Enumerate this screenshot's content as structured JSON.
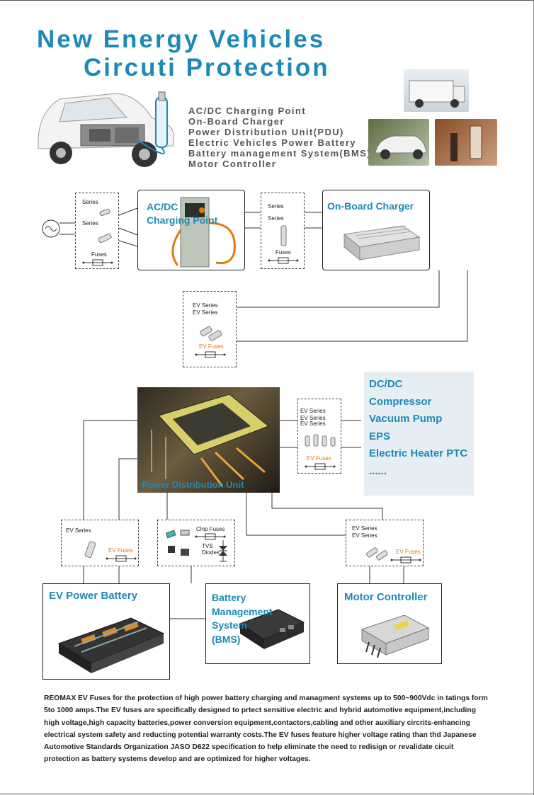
{
  "title": {
    "line1": "New Energy Vehicles",
    "line2": "Circuti Protection"
  },
  "applications": [
    "AC/DC Charging Point",
    "On-Board Charger",
    "Power Distribution Unit(PDU)",
    "Electric Vehicles Power Battery",
    "Battery management System(BMS)",
    "Motor Controller"
  ],
  "blocks": {
    "charging_point": "AC/DC\nCharging Point",
    "onboard_charger": "On-Board Charger",
    "pdu": "Power Distribution Unit",
    "power_battery": "EV Power Battery",
    "bms": "Battery\nManagement\nSystem\n(BMS)",
    "motor_controller": "Motor Controller"
  },
  "fuse_boxes": {
    "input": {
      "series1": "Series",
      "series2": "Series",
      "fuses": "Fuses"
    },
    "charger_link": {
      "series1": "Series",
      "series2": "Series",
      "fuses": "Fuses"
    },
    "feedback": {
      "series1": "EV Series",
      "series2": "EV Series",
      "fuses": "EV Fuses"
    },
    "pdu_out": {
      "series1": "EV Series",
      "series2": "EV Series",
      "series3": "EV Series",
      "fuses": "EV Fuses"
    },
    "battery": {
      "series1": "EV Series",
      "fuses": "EV Fuses"
    },
    "bms": {
      "chip": "Chip Fuses",
      "tvs": "TVS\nDiodes"
    },
    "motor": {
      "series1": "EV Series",
      "series2": "EV Series",
      "fuses": "EV Fuses"
    }
  },
  "loads": [
    "DC/DC",
    "Compressor",
    "Vacuum Pump",
    "EPS",
    "Electric Heater PTC",
    "......"
  ],
  "description": "REOMAX EV Fuses for the protection of high power battery charging and managment systems up to 500~900Vdc in tatings form 5to 1000 amps.The EV fuses are specifically designed to prtect sensitive electric and hybrid automotive equipment,including high voltage,high capacity batteries,power conversion equipment,contactors,cabling and other auxiliary circrits-enhancing electrical system safety and reducting potential warranty costs.The EV fuses feature higher voltage rating than thd Japanese Automotive Standards Organization JASO D622 specification to help eliminate the need to redisign or revalidate cicuit protection as battery systems develop and are optimized for higher voltages.",
  "colors": {
    "accent": "#1d8ab6",
    "fuse_orange": "#e07a12",
    "loads_panel": "#e6eef4"
  }
}
